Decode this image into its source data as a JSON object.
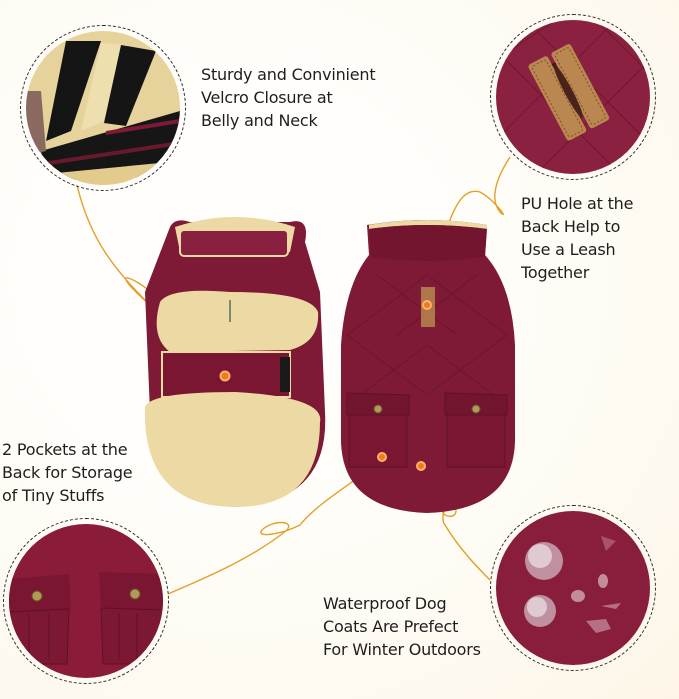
{
  "features": [
    {
      "id": "velcro",
      "lines": [
        "Sturdy and Convinient",
        "Velcro Closure at",
        "Belly and Neck"
      ]
    },
    {
      "id": "pu-hole",
      "lines": [
        "PU Hole at the",
        "Back Help to",
        "Use a Leash",
        "Together"
      ]
    },
    {
      "id": "pockets",
      "lines": [
        "2 Pockets at the",
        "Back for Storage",
        "of Tiny Stuffs"
      ]
    },
    {
      "id": "waterproof",
      "lines": [
        "Waterproof Dog",
        "Coats Are Prefect",
        "For Winter Outdoors"
      ]
    }
  ],
  "colors": {
    "coat": "#7e1a35",
    "coat_dark": "#5e1126",
    "fleece": "#ecd9a4",
    "connector": "#e2a02a",
    "hotspot": "#f07a1c",
    "text": "#1e1e1e",
    "background": "#fdf8ee"
  },
  "icons": {
    "connector_dot": "orange-hotspot-dot",
    "snap_button": "brass-snap-button"
  }
}
